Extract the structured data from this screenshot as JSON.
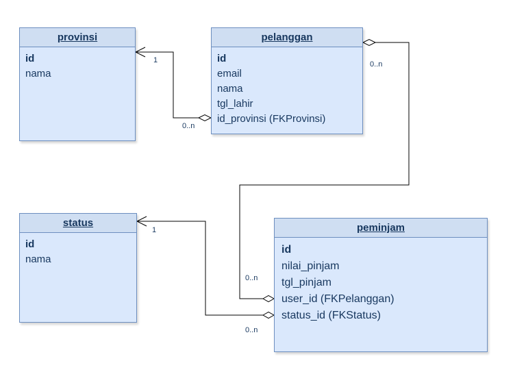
{
  "diagram": {
    "type": "entity-relationship",
    "entities": [
      {
        "name": "provinsi",
        "fields": [
          {
            "name": "id",
            "pk": true
          },
          {
            "name": "nama",
            "pk": false
          }
        ]
      },
      {
        "name": "pelanggan",
        "fields": [
          {
            "name": "id",
            "pk": true
          },
          {
            "name": "email",
            "pk": false
          },
          {
            "name": "nama",
            "pk": false
          },
          {
            "name": "tgl_lahir",
            "pk": false
          },
          {
            "name": "id_provinsi (FKProvinsi)",
            "pk": false
          }
        ]
      },
      {
        "name": "status",
        "fields": [
          {
            "name": "id",
            "pk": true
          },
          {
            "name": "nama",
            "pk": false
          }
        ]
      },
      {
        "name": "peminjam",
        "fields": [
          {
            "name": "id",
            "pk": true
          },
          {
            "name": "nilai_pinjam",
            "pk": false
          },
          {
            "name": "tgl_pinjam",
            "pk": false
          },
          {
            "name": "user_id (FKPelanggan)",
            "pk": false
          },
          {
            "name": "status_id (FKStatus)",
            "pk": false
          }
        ]
      }
    ],
    "relationships": [
      {
        "source": "pelanggan.id_provinsi",
        "target": "provinsi",
        "source_cardinality": "0..n",
        "target_cardinality": "1"
      },
      {
        "source": "peminjam.user_id",
        "target": "pelanggan",
        "source_cardinality": "0..n",
        "target_cardinality": "0..n"
      },
      {
        "source": "peminjam.status_id",
        "target": "status",
        "source_cardinality": "0..n",
        "target_cardinality": "1"
      }
    ],
    "colors": {
      "entity_header_fill": "#cfdef2",
      "entity_body_fill": "#dae8fc",
      "entity_border": "#6c8ebf",
      "entity_text": "#17375e",
      "connector_line": "#000000",
      "canvas_background": "#ffffff"
    }
  }
}
